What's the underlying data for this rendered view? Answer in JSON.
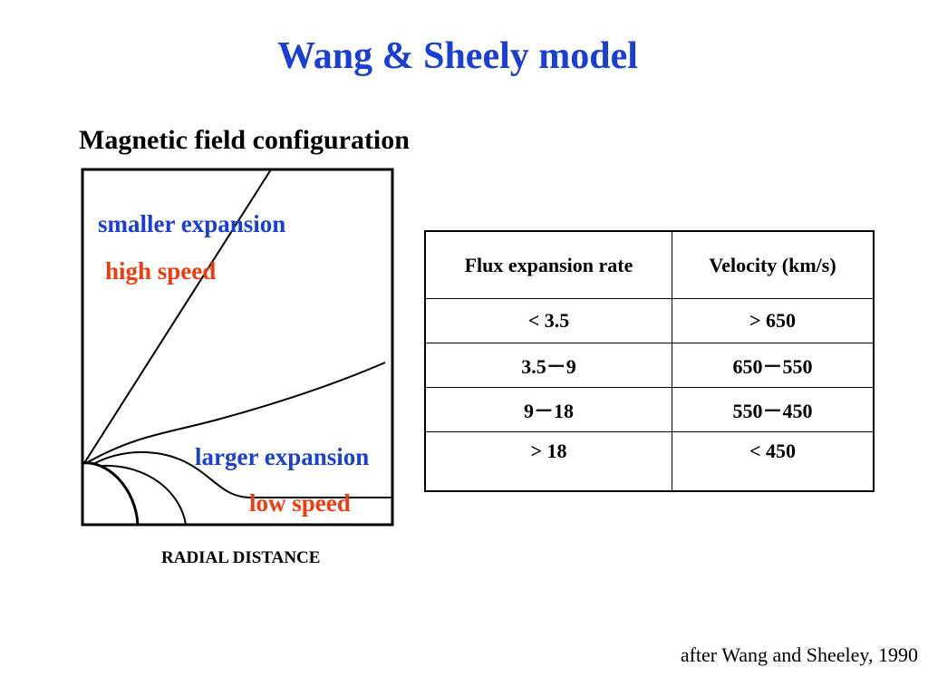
{
  "title": "Wang & Sheely model",
  "subtitle": "Magnetic field configuration",
  "diagram": {
    "label_smaller_expansion": "smaller expansion",
    "label_high_speed": "high speed",
    "label_larger_expansion": "larger expansion",
    "label_low_speed": "low speed",
    "axis_label": "RADIAL DISTANCE",
    "colors": {
      "blue_label": "#1a3fd6",
      "red_label": "#f23c0f"
    }
  },
  "table": {
    "headers": [
      "Flux expansion rate",
      "Velocity (km/s)"
    ],
    "rows": [
      [
        "< 3.5",
        "> 650"
      ],
      [
        "3.5－9",
        "650－550"
      ],
      [
        "9－18",
        "550－450"
      ],
      [
        "> 18",
        "< 450"
      ]
    ]
  },
  "credit": "after Wang and Sheeley, 1990"
}
